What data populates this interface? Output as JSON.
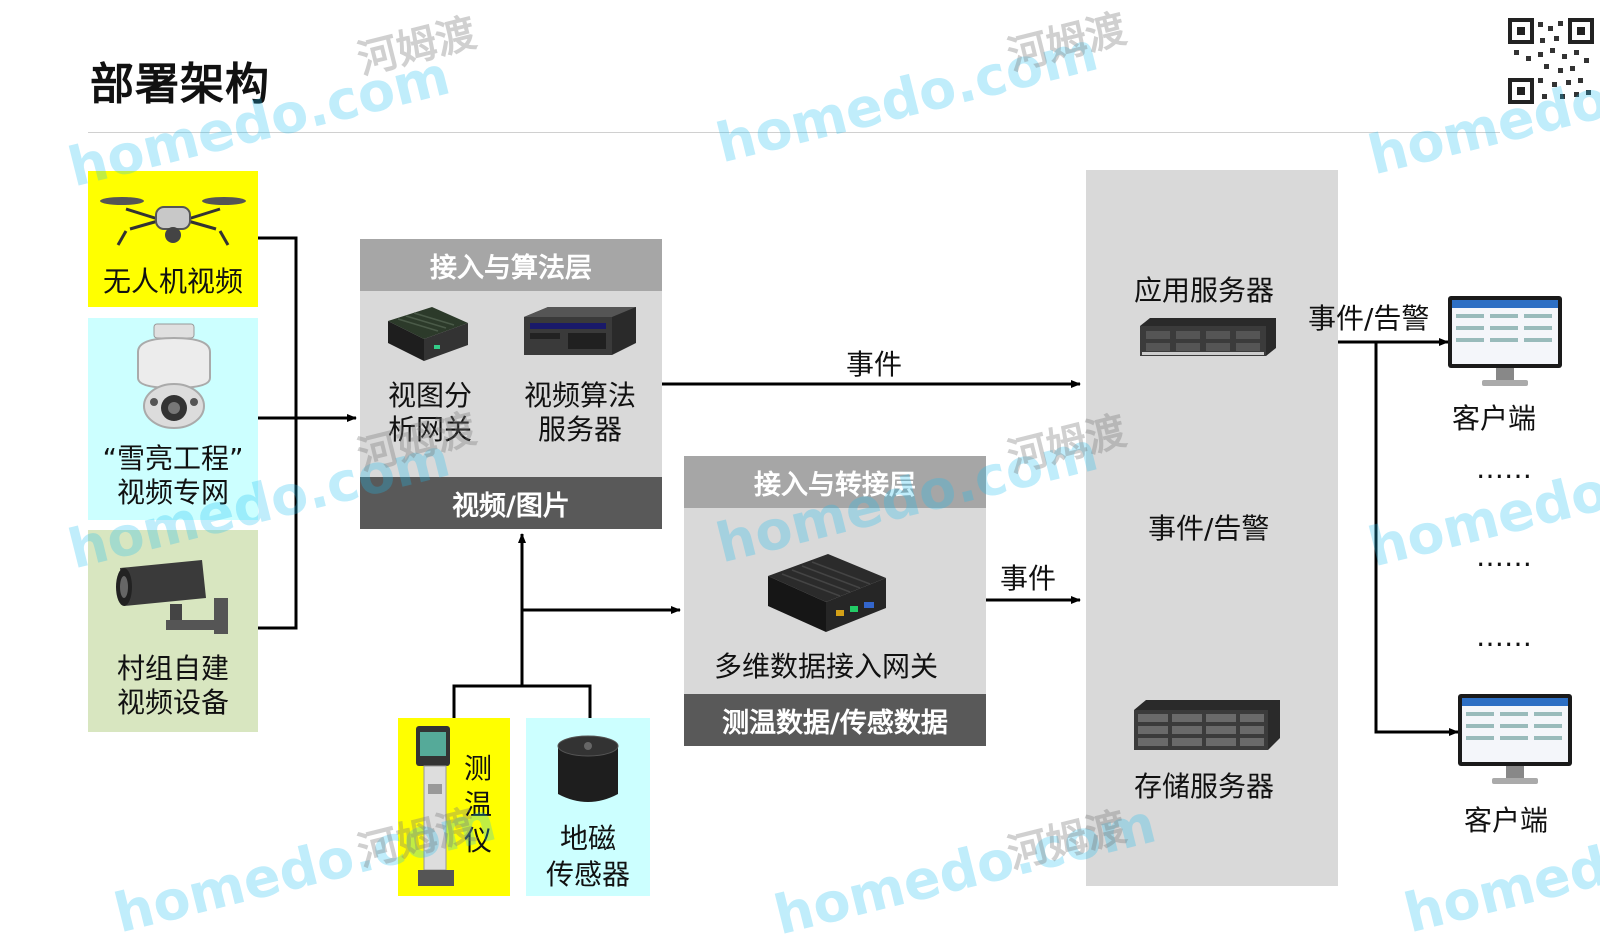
{
  "title": "部署架构",
  "sources": {
    "drone": "无人机视频",
    "snow_line1": "“雪亮工程”",
    "snow_line2": "视频专网",
    "village_line1": "村组自建",
    "village_line2": "视频设备",
    "thermo": [
      "测",
      "温",
      "仪"
    ],
    "geomag_line1": "地磁",
    "geomag_line2": "传感器"
  },
  "algo_layer": {
    "header": "接入与算法层",
    "gateway_line1": "视图分",
    "gateway_line2": "析网关",
    "server_line1": "视频算法",
    "server_line2": "服务器",
    "footer": "视频/图片"
  },
  "access_layer": {
    "header": "接入与转接层",
    "gateway": "多维数据接入网关",
    "footer": "测温数据/传感数据"
  },
  "servers": {
    "app": "应用服务器",
    "storage": "存储服务器",
    "event_alarm_vertical": "事件/告警"
  },
  "edges": {
    "event_top": "事件",
    "event_mid": "事件",
    "event_alarm_right": "事件/告警"
  },
  "clients": {
    "client_top": "客户端",
    "client_bottom": "客户端",
    "dots": [
      "……",
      "……",
      "……"
    ]
  },
  "watermark": {
    "brand": "homedo.com",
    "cn": "河姆渡"
  },
  "colors": {
    "yellow": "#ffff00",
    "cyan": "#ccffff",
    "green": "#d8e6c0",
    "layer_bg": "#d9d9d9",
    "layer_head": "#a6a6a6",
    "layer_foot": "#595959"
  }
}
